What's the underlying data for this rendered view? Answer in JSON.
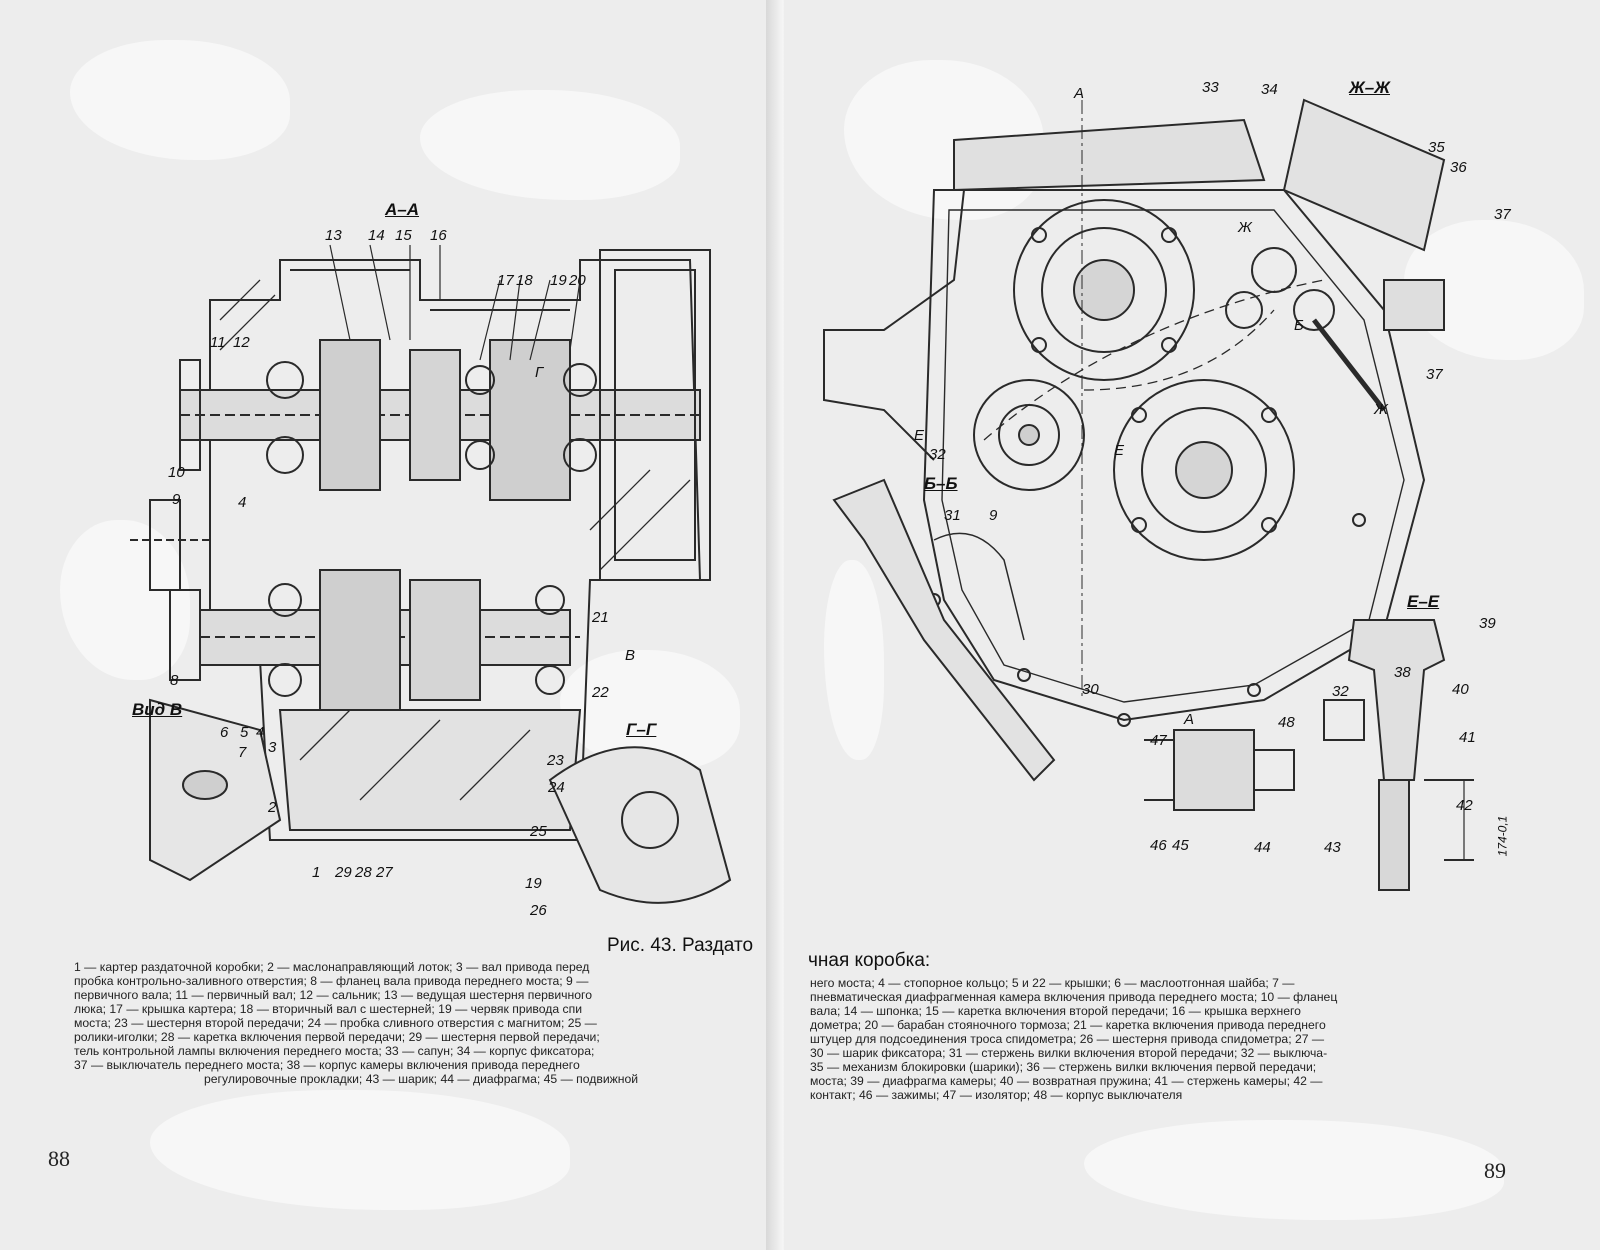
{
  "figure": {
    "title_left": "Рис. 43. Раздато",
    "title_right": "чная коробка:"
  },
  "section_labels": {
    "a_a": "А–А",
    "view_v": "Вид В",
    "g_g": "Г–Г",
    "zh_zh": "Ж–Ж",
    "b_b": "Б–Б",
    "e_e": "Е–Е"
  },
  "callouts_left": [
    "13",
    "14",
    "15",
    "16",
    "17",
    "18",
    "19",
    "20",
    "11",
    "12",
    "10",
    "9",
    "4",
    "21",
    "8",
    "22",
    "6",
    "5",
    "4",
    "3",
    "7",
    "23",
    "24",
    "25",
    "2",
    "1",
    "29",
    "28",
    "27",
    "19",
    "26",
    "В",
    "Г"
  ],
  "callouts_right": [
    "А",
    "33",
    "34",
    "35",
    "36",
    "37",
    "Ж",
    "Б",
    "37",
    "Ж",
    "Е",
    "32",
    "Е",
    "9",
    "31",
    "30",
    "39",
    "38",
    "40",
    "32",
    "41",
    "48",
    "47",
    "42",
    "46",
    "45",
    "44",
    "43",
    "А",
    "174-0,1"
  ],
  "caption_left": [
    "1 — картер раздаточной коробки; 2 — маслонаправляющий лоток; 3 — вал привода перед",
    "пробка контрольно-заливного отверстия; 8 — фланец вала привода переднего моста; 9 —",
    "первичного вала; 11 — первичный вал; 12 — сальник; 13 — ведущая шестерня первичного",
    "люка; 17 — крышка картера; 18 — вторичный вал с шестерней; 19 — червяк привода спи",
    "моста; 23 — шестерня второй передачи; 24 — пробка сливного отверстия с магнитом; 25 —",
    "ролики-иголки; 28 — каретка включения первой передачи; 29 — шестерня первой передачи;",
    "тель контрольной лампы включения переднего моста; 33 — сапун; 34 — корпус фиксатора;",
    "37 — выключатель переднего моста; 38 — корпус камеры включения привода переднего",
    "регулировочные прокладки; 43 — шарик; 44 — диафрагма; 45 — подвижной"
  ],
  "caption_right": [
    "него моста; 4 — стопорное кольцо; 5 и 22 — крышки; 6 — маслоотгонная шайба; 7 —",
    "пневматическая диафрагменная камера включения привода переднего моста; 10 — фланец",
    "вала; 14 — шпонка; 15 — каретка включения второй передачи; 16 — крышка верхнего",
    "дометра; 20 — барабан стояночного тормоза; 21 — каретка включения привода переднего",
    "штуцер для подсоединения троса спидометра; 26 — шестерня привода спидометра; 27 —",
    "30 — шарик фиксатора; 31 — стержень вилки включения второй передачи; 32 — выключа-",
    "35 — механизм блокировки (шарики); 36 — стержень вилки включения первой передачи;",
    "моста; 39 — диафрагма камеры; 40 — возвратная пружина; 41 — стержень камеры; 42 —",
    "контакт; 46 — зажимы; 47 — изолятор; 48 — корпус выключателя"
  ],
  "page_numbers": {
    "left": "88",
    "right": "89"
  }
}
